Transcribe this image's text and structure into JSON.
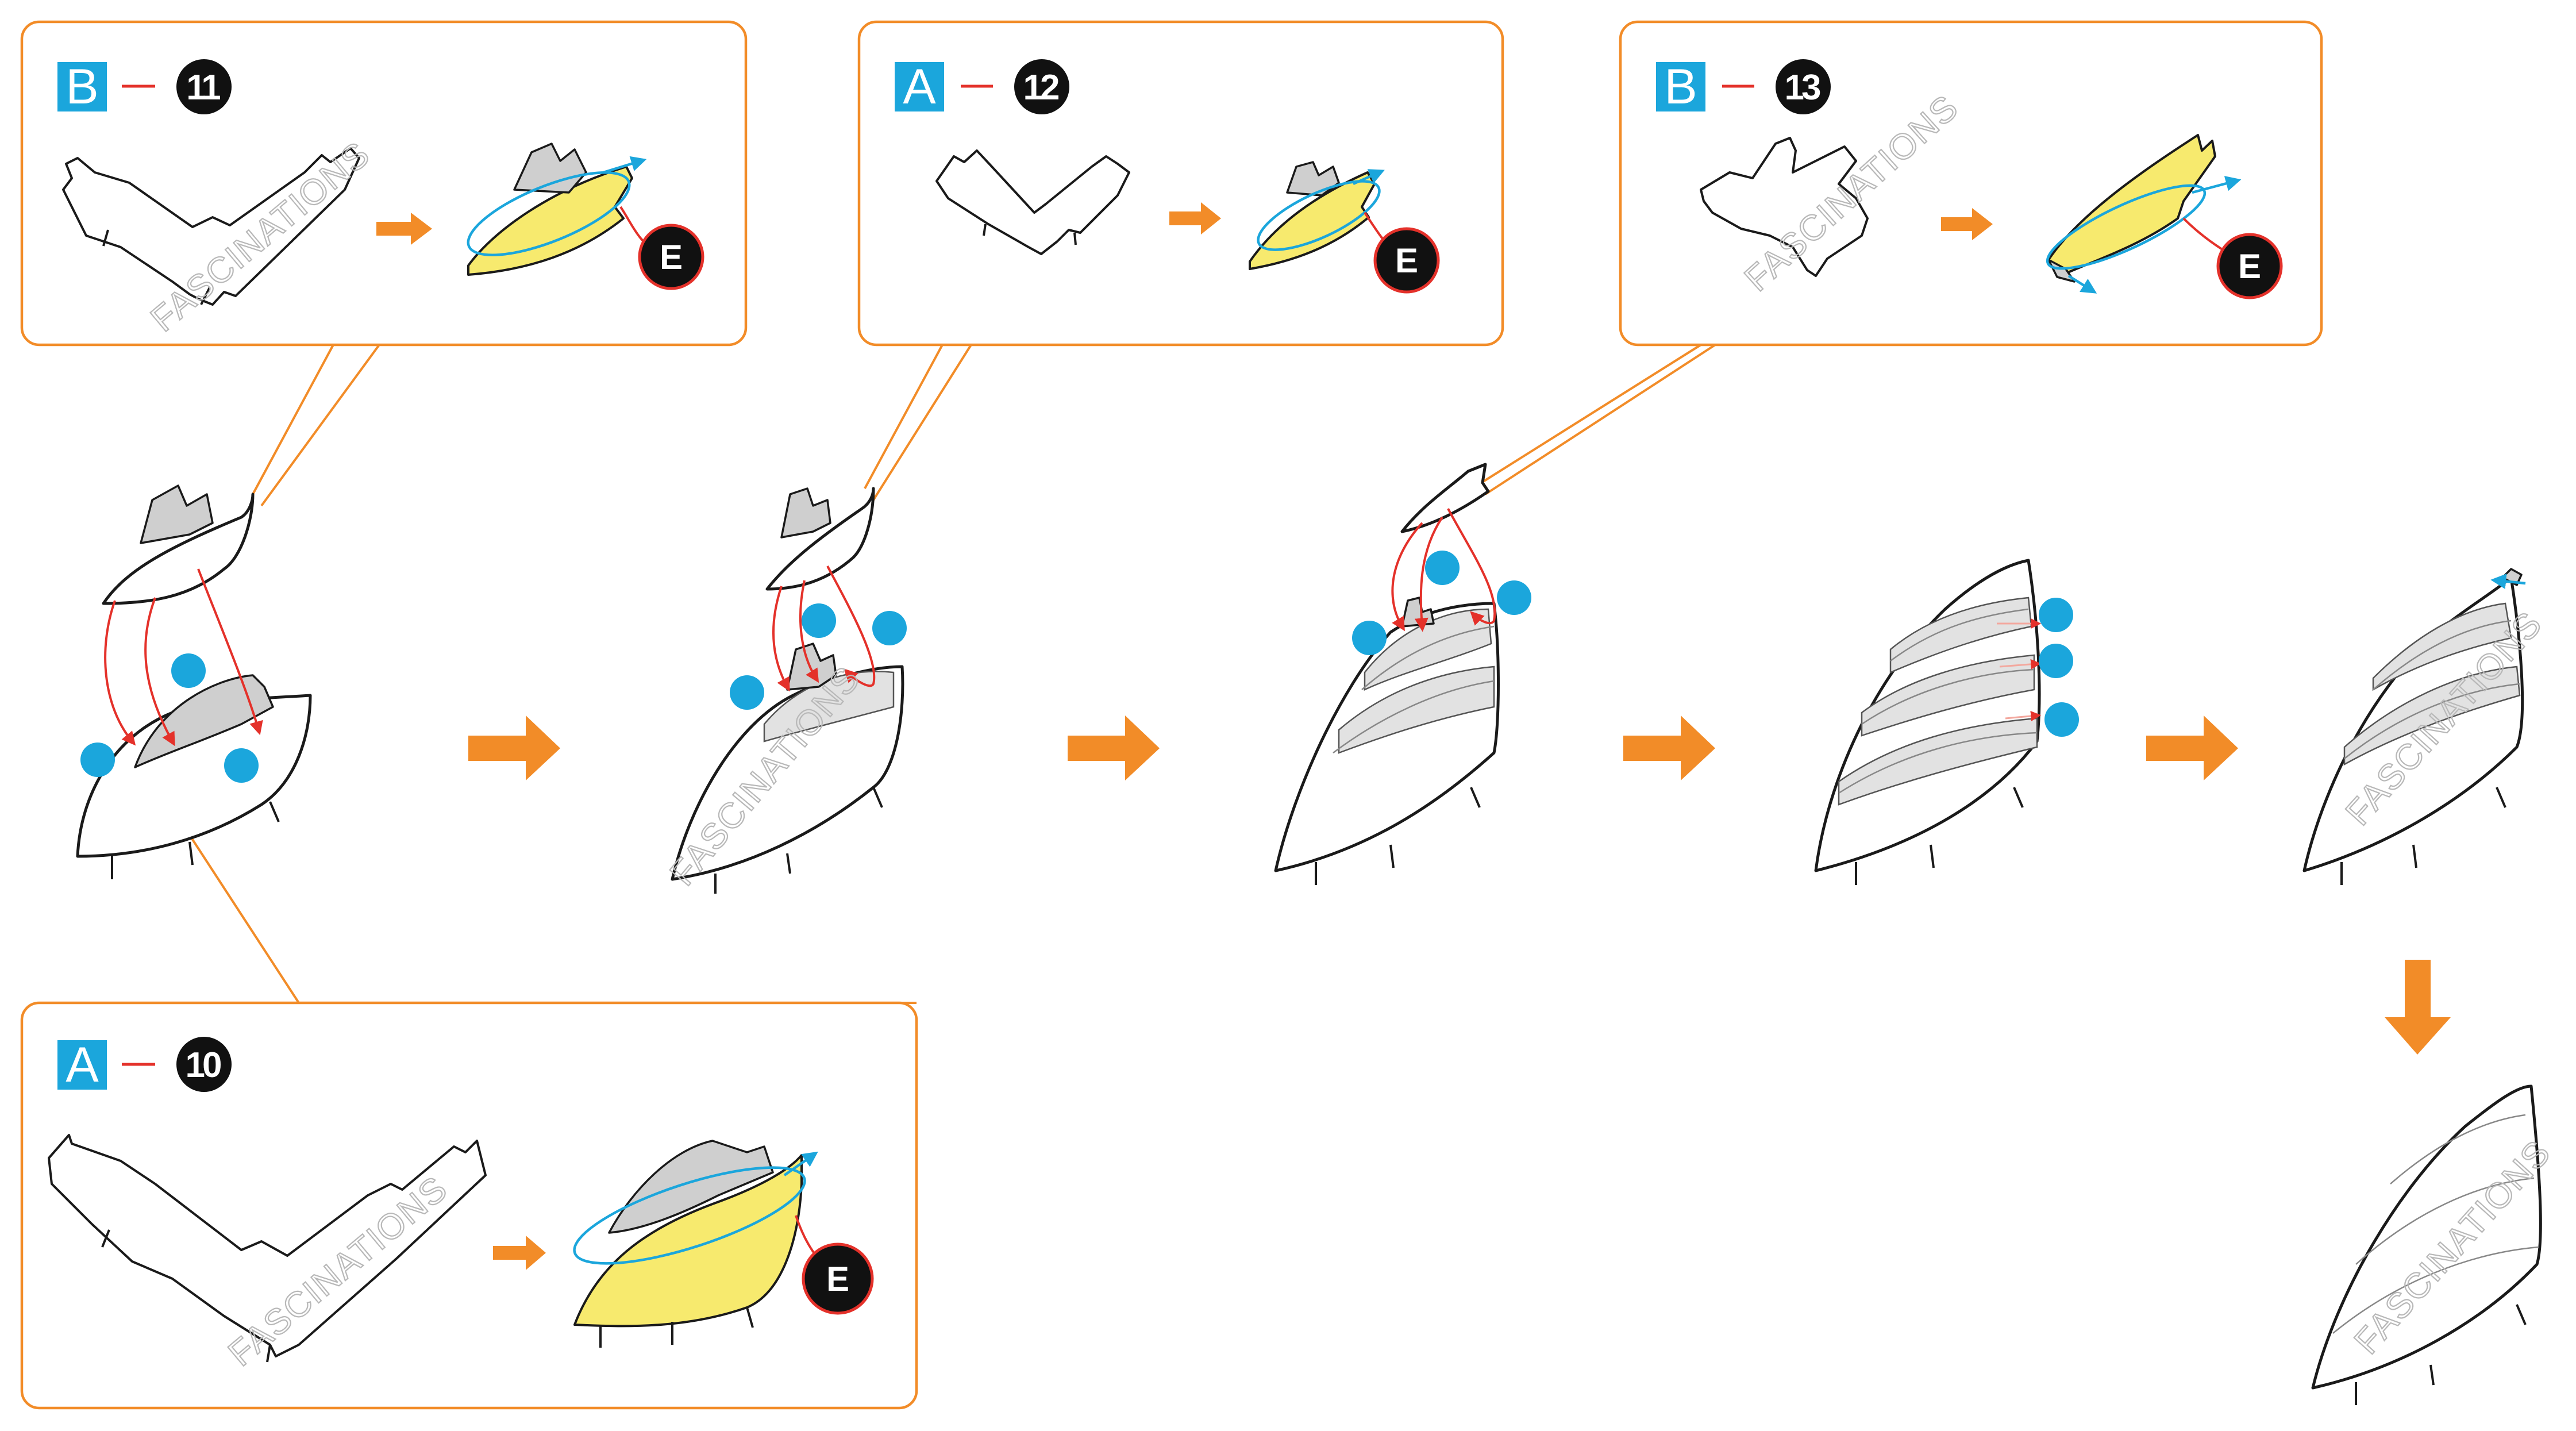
{
  "steps": [
    {
      "sheet": "B",
      "piece": "11",
      "glue": "E"
    },
    {
      "sheet": "A",
      "piece": "12",
      "glue": "E"
    },
    {
      "sheet": "B",
      "piece": "13",
      "glue": "E"
    },
    {
      "sheet": "A",
      "piece": "10",
      "glue": "E"
    }
  ],
  "watermark": "FASCINATIONS",
  "colors": {
    "accent_orange": "#f28c28",
    "sheet_label_blue": "#1ba6dc",
    "glue_dot_blue": "#1ba6dc",
    "connector_red": "#e4312a",
    "badge_black": "#111111",
    "piece_yellow": "#f7ea6e",
    "tab_grey": "#cfcfcf"
  },
  "icons": [
    "arrow-right-icon",
    "arrow-down-icon",
    "glue-dot-icon",
    "glue-badge-icon"
  ]
}
